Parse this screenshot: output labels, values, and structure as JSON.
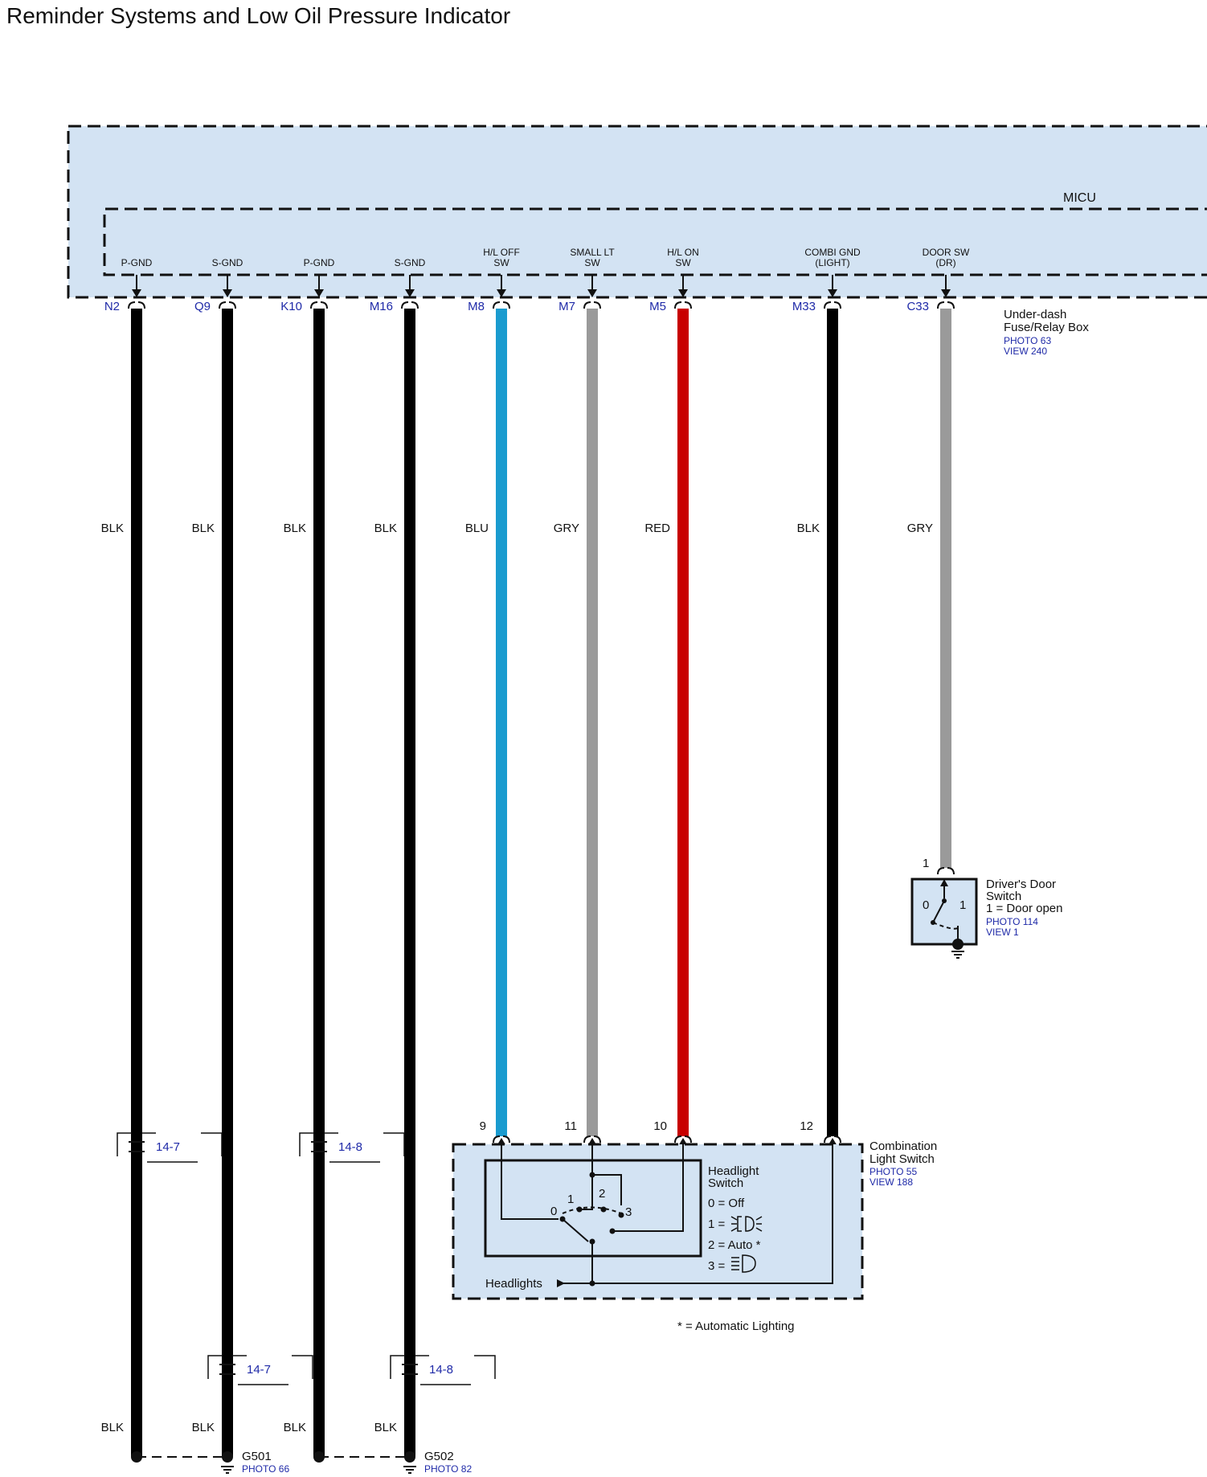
{
  "title": "Reminder Systems and Low Oil Pressure Indicator",
  "micu": {
    "label": "MICU",
    "terminals": [
      {
        "name": "P-GND",
        "pin": "N2",
        "wire": "BLK",
        "color": "#000000"
      },
      {
        "name": "S-GND",
        "pin": "Q9",
        "wire": "BLK",
        "color": "#000000"
      },
      {
        "name": "P-GND",
        "pin": "K10",
        "wire": "BLK",
        "color": "#000000"
      },
      {
        "name": "S-GND",
        "pin": "M16",
        "wire": "BLK",
        "color": "#000000"
      },
      {
        "name": "H/L OFF\nSW",
        "pin": "M8",
        "wire": "BLU",
        "color": "#1a9bcf"
      },
      {
        "name": "SMALL LT\nSW",
        "pin": "M7",
        "wire": "GRY",
        "color": "#9a9a9a"
      },
      {
        "name": "H/L ON\nSW",
        "pin": "M5",
        "wire": "RED",
        "color": "#c80000"
      },
      {
        "name": "COMBI GND\n(LIGHT)",
        "pin": "M33",
        "wire": "BLK",
        "color": "#000000"
      },
      {
        "name": "DOOR SW\n(DR)",
        "pin": "C33",
        "wire": "GRY",
        "color": "#9a9a9a"
      }
    ]
  },
  "fuse_box": {
    "name": "Under-dash\nFuse/Relay Box",
    "photo": "PHOTO 63",
    "view": "VIEW 240"
  },
  "door_switch": {
    "pin": "1",
    "name": "Driver's Door\nSwitch",
    "state": "1 = Door open",
    "pos0": "0",
    "pos1": "1",
    "photo": "PHOTO 114",
    "view": "VIEW 1"
  },
  "combination_switch": {
    "name": "Combination\nLight Switch",
    "photo": "PHOTO 55",
    "view": "VIEW 188",
    "pins": [
      "9",
      "11",
      "10",
      "12"
    ],
    "headlight_switch_label": "Headlight\nSwitch",
    "positions": [
      "0",
      "1",
      "2",
      "3"
    ],
    "legend": [
      "0 = Off",
      "1 = ",
      "2 = Auto *",
      "3 = "
    ],
    "headlights_label": "Headlights"
  },
  "footnote": "* = Automatic Lighting",
  "connectors": [
    {
      "label": "14-7",
      "wire": "N2"
    },
    {
      "label": "14-8",
      "wire": "K10"
    },
    {
      "label": "14-7",
      "wire": "Q9"
    },
    {
      "label": "14-8",
      "wire": "M16"
    }
  ],
  "bottom_wire_labels": [
    "BLK",
    "BLK",
    "BLK",
    "BLK"
  ],
  "grounds": [
    {
      "name": "G501",
      "photo": "PHOTO 66"
    },
    {
      "name": "G502",
      "photo": "PHOTO 82"
    }
  ]
}
